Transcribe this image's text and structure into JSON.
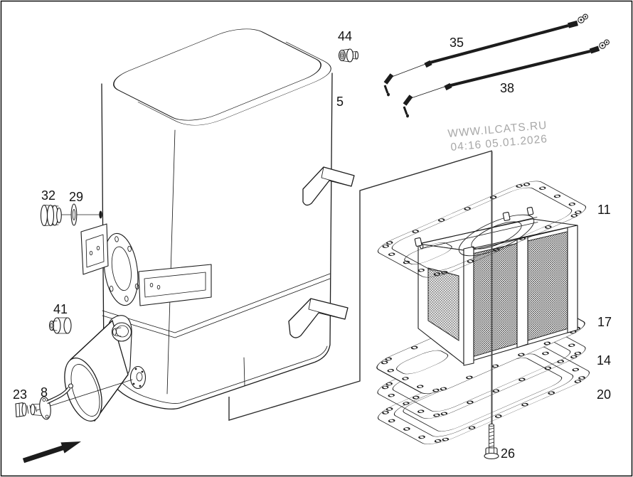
{
  "page": {
    "background": "#ffffff",
    "border_color": "#000000",
    "line_color": "#1c1c1c"
  },
  "watermark": {
    "line1": "WWW.ILCATS.RU",
    "line2": "04:16 05.01.2026",
    "color": "#a8a8a8"
  },
  "callouts": [
    {
      "text": "44"
    },
    {
      "text": "5"
    },
    {
      "text": "35"
    },
    {
      "text": "38"
    },
    {
      "text": "32"
    },
    {
      "text": "29"
    },
    {
      "text": "11"
    },
    {
      "text": "41"
    },
    {
      "text": "17"
    },
    {
      "text": "14"
    },
    {
      "text": "20"
    },
    {
      "text": "23"
    },
    {
      "text": "8"
    },
    {
      "text": "26"
    }
  ],
  "icons": {
    "direction_arrow": "view-direction-arrow"
  }
}
